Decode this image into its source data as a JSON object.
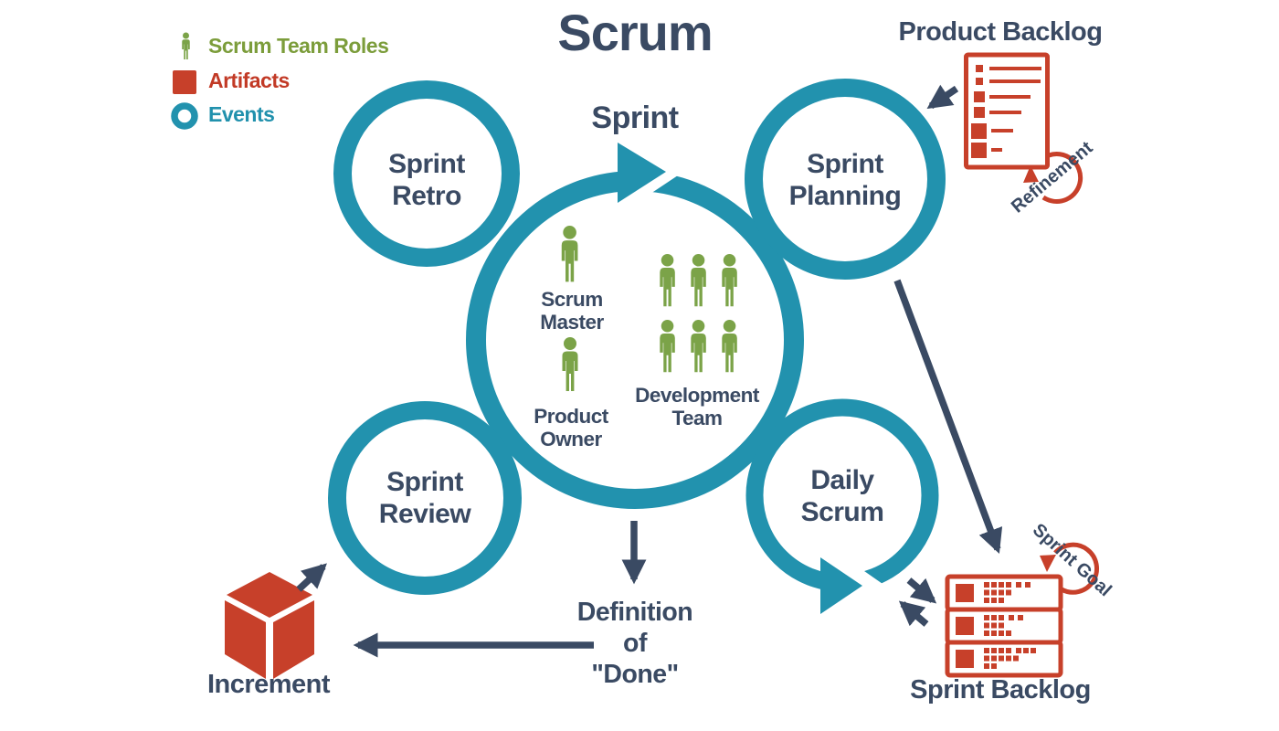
{
  "title": "Scrum",
  "legend": {
    "items": [
      {
        "label": "Scrum Team Roles",
        "icon": "person-icon",
        "color": "#7c9d3b"
      },
      {
        "label": "Artifacts",
        "icon": "artifact-square-icon",
        "color": "#c23a26"
      },
      {
        "label": "Events",
        "icon": "event-ring-icon",
        "color": "#2191ad"
      }
    ]
  },
  "center": {
    "sprint_label": "Sprint",
    "roles": {
      "scrum_master": "Scrum\nMaster",
      "product_owner": "Product\nOwner",
      "development_team": "Development\nTeam"
    }
  },
  "events": {
    "sprint_retro": "Sprint\nRetro",
    "sprint_planning": "Sprint\nPlanning",
    "sprint_review": "Sprint\nReview",
    "daily_scrum": "Daily\nScrum"
  },
  "artifacts": {
    "product_backlog": "Product Backlog",
    "sprint_backlog": "Sprint Backlog",
    "increment": "Increment",
    "definition_of_done": "Definition\nof\n\"Done\""
  },
  "annotations": {
    "refinement": "Refinement",
    "sprint_goal": "Sprint Goal"
  },
  "colors": {
    "teal": "#2292ae",
    "navy": "#3a4a63",
    "red": "#c7402a",
    "green": "#7ba348"
  }
}
